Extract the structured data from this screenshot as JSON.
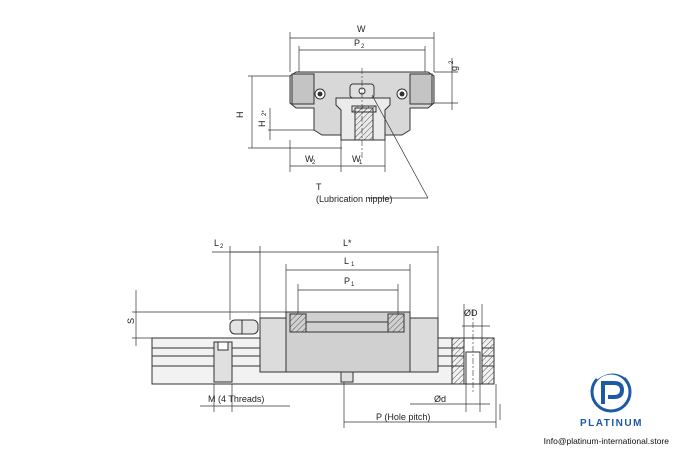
{
  "labels": {
    "W": "W",
    "P": "P",
    "P2_sub": "2",
    "g": "g",
    "g2_sub": "2",
    "H": "H",
    "H2": "H",
    "H2_sub": "2*",
    "W2": "W",
    "W2_sub": "2",
    "W1": "W",
    "W1_sub": "1",
    "T": "T",
    "lub": "(Lubrication nipple)",
    "L2": "L",
    "L2_sub": "2",
    "Lstar": "L*",
    "L1": "L",
    "L1_sub": "1",
    "P1": "P",
    "P1_sub": "1",
    "S": "S",
    "phiD": "ØD",
    "M": "M  (4 Threads)",
    "phid": "Ød",
    "Php": "P  (Hole pitch)"
  },
  "logo": {
    "brand": "PLATINUM"
  },
  "footer": {
    "email": "Info@platinum-international.store"
  },
  "colors": {
    "logo_blue": "#1c5aa6",
    "line": "#333333",
    "hatch": "#555555",
    "block_fill": "#cfcfcf"
  }
}
